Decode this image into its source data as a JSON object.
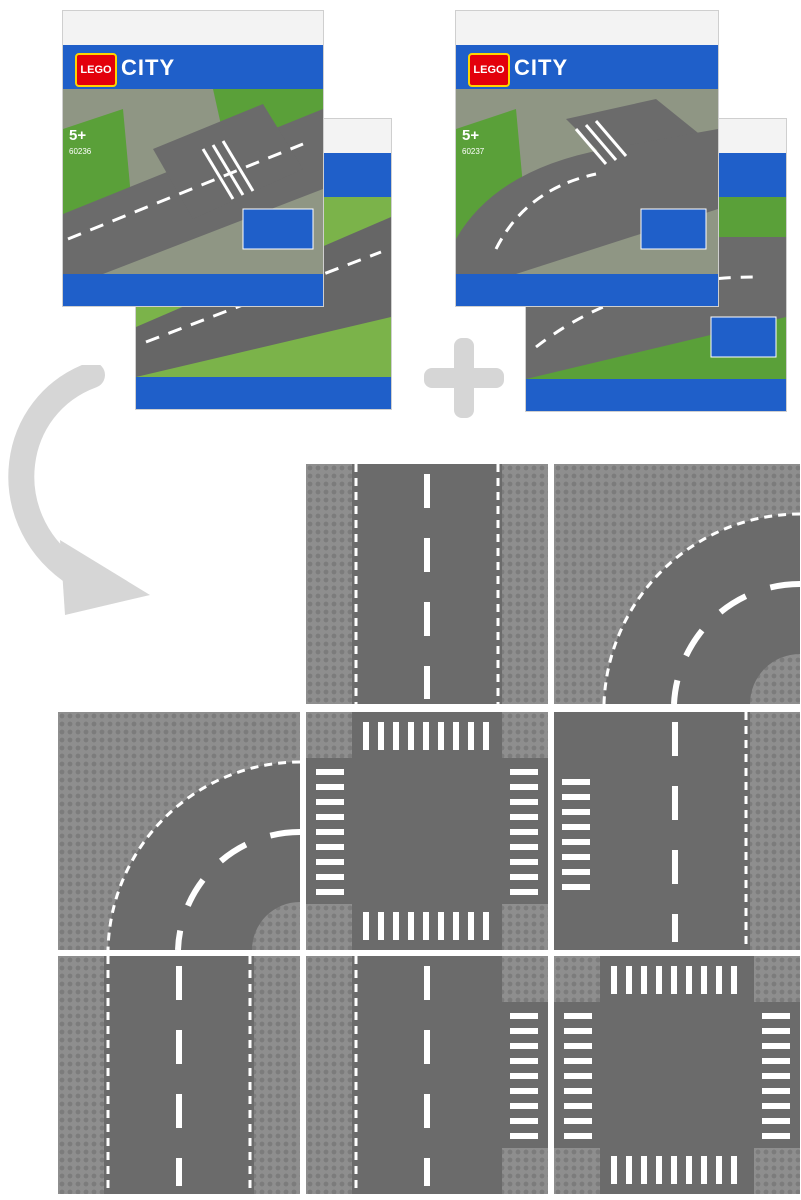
{
  "boxes": [
    {
      "brand": "LEGO",
      "line": "CITY",
      "age": "5+",
      "code": "60236"
    },
    {
      "brand": "LEGO",
      "line": "CITY",
      "age": "5+",
      "code": "60237"
    }
  ],
  "tiles": [
    {
      "name": "straight-vertical"
    },
    {
      "name": "curve-top-right"
    },
    {
      "name": "curve-mid-left"
    },
    {
      "name": "crossroads-center"
    },
    {
      "name": "straight-vertical-right"
    },
    {
      "name": "straight-vertical-bottom-left"
    },
    {
      "name": "t-junction-bottom"
    },
    {
      "name": "crossroads-bottom-right"
    }
  ],
  "colors": {
    "road": "#6b6b6b",
    "baseplate": "#8e8e8e",
    "marking": "#ffffff",
    "brand_blue": "#1f5fc9",
    "brand_red": "#e3000b",
    "arrow": "#d6d6d6"
  }
}
